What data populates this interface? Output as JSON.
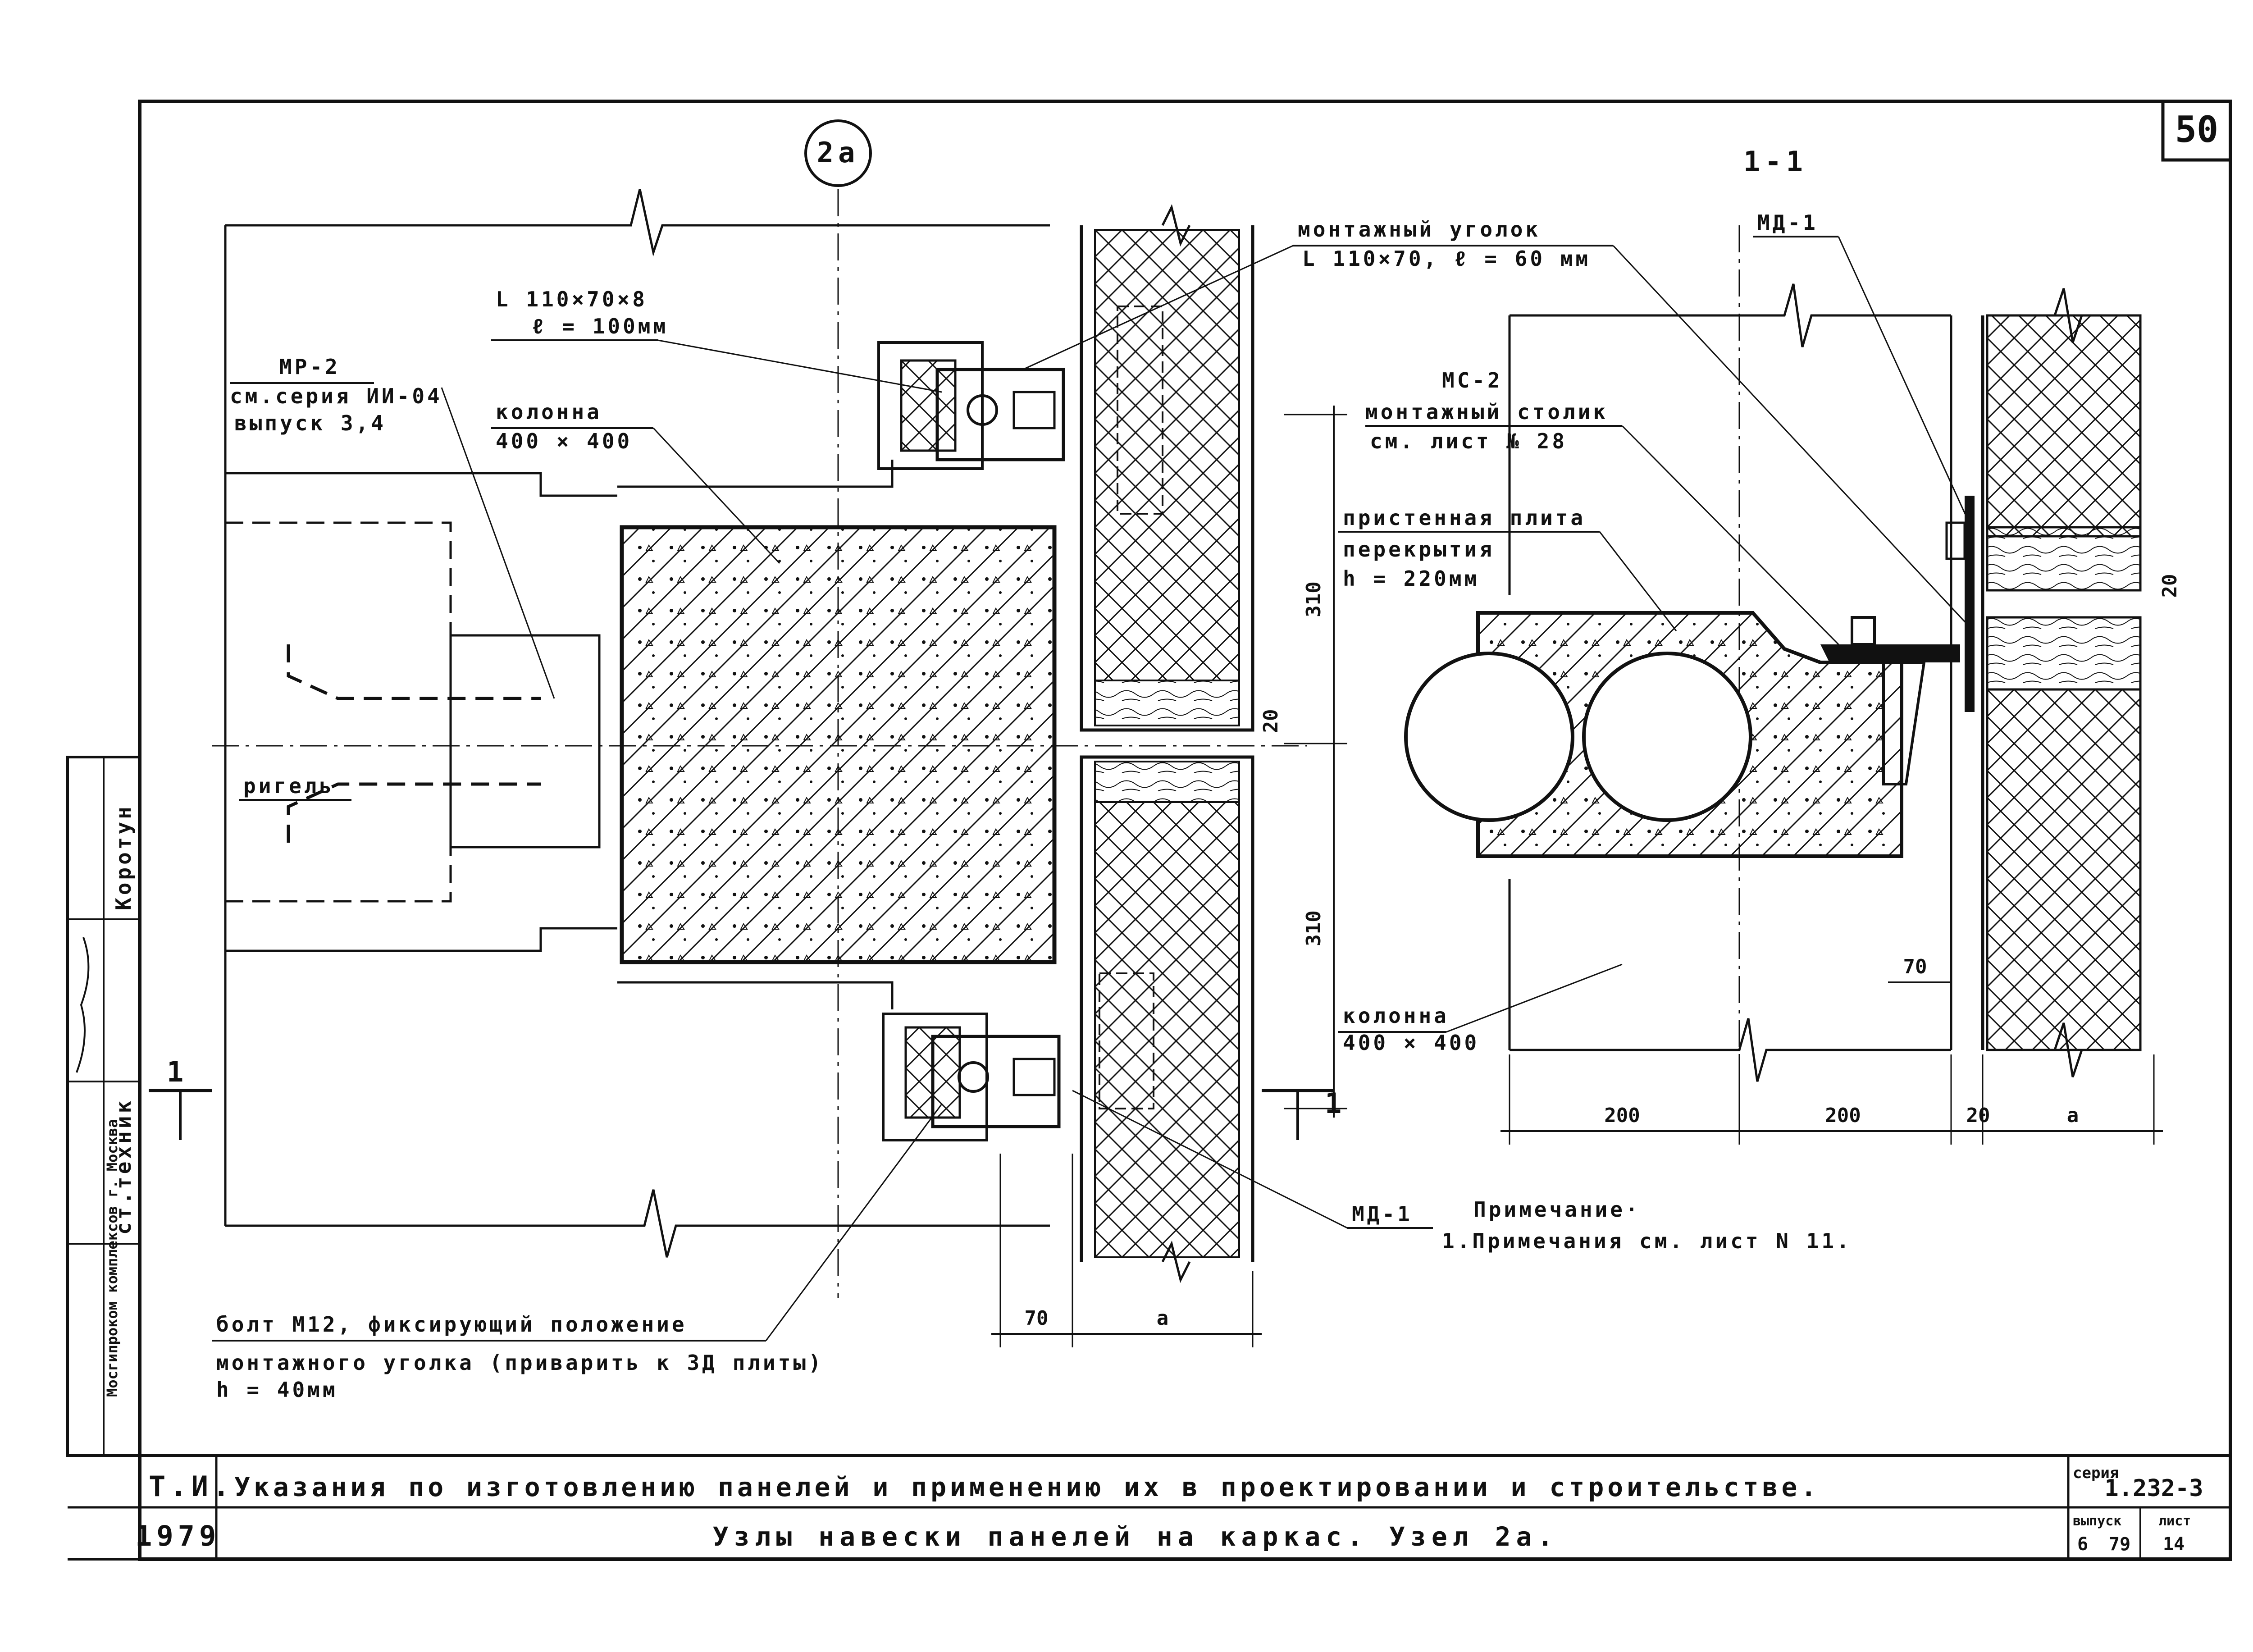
{
  "sheet_number": "50",
  "node_label": "2a",
  "section_label": "1-1",
  "section_mark": "1",
  "callouts": {
    "angle_l": "L 110×70×8",
    "angle_len": "ℓ = 100мм",
    "mr2": "МР-2",
    "mr2_series": "см.серия ИИ-04",
    "mr2_issue": "выпуск 3,4",
    "column": "колонна",
    "column_size": "400 × 400",
    "mount_angle": "монтажный уголок",
    "mount_angle_size": "L 110×70,  ℓ = 60 мм",
    "md1_top": "МД-1",
    "mc2": "МС-2",
    "mc2_name": "монтажный столик",
    "mc2_ref": "см. лист     № 28",
    "slab": "пристенная плита",
    "slab2": "перекрытия",
    "slab_h": "h = 220мм",
    "beam": "ригель",
    "column2": "колонна",
    "column2_size": "400 × 400",
    "md1_bottom": "МД-1",
    "note_title": "Примечание·",
    "note_text": "1.Примечания см. лист   N 11.",
    "bolt1": "болт  М12, фиксирующий положение",
    "bolt2": "монтажного уголка (приварить к ЗД плиты)",
    "bolt3": "h = 40мм"
  },
  "dimensions": {
    "d310a": "310",
    "d310b": "310",
    "d20a": "20",
    "d20b": "20",
    "d70a": "70",
    "d70b": "70",
    "d_a1": "a",
    "d_a2": "a",
    "d200a": "200",
    "d200b": "200",
    "d20c": "20"
  },
  "side_stamp": {
    "org": "Мосгипроком\nкомплексов\nг. Москва",
    "role": "ст.техник",
    "name": "Коротун"
  },
  "title_block": {
    "ti": "Т.И.",
    "year": "1979",
    "line1": "Указания по изготовлению панелей и применению их в проектировании и строительстве.",
    "line2": "Узлы навески панелей на каркас. Узел 2а.",
    "series_label": "серия",
    "series_value": "1.232-3",
    "issue_label": "выпуск",
    "issue_value": "6",
    "year_short": "79",
    "sheet_label": "лист",
    "sheet_value": "14"
  }
}
